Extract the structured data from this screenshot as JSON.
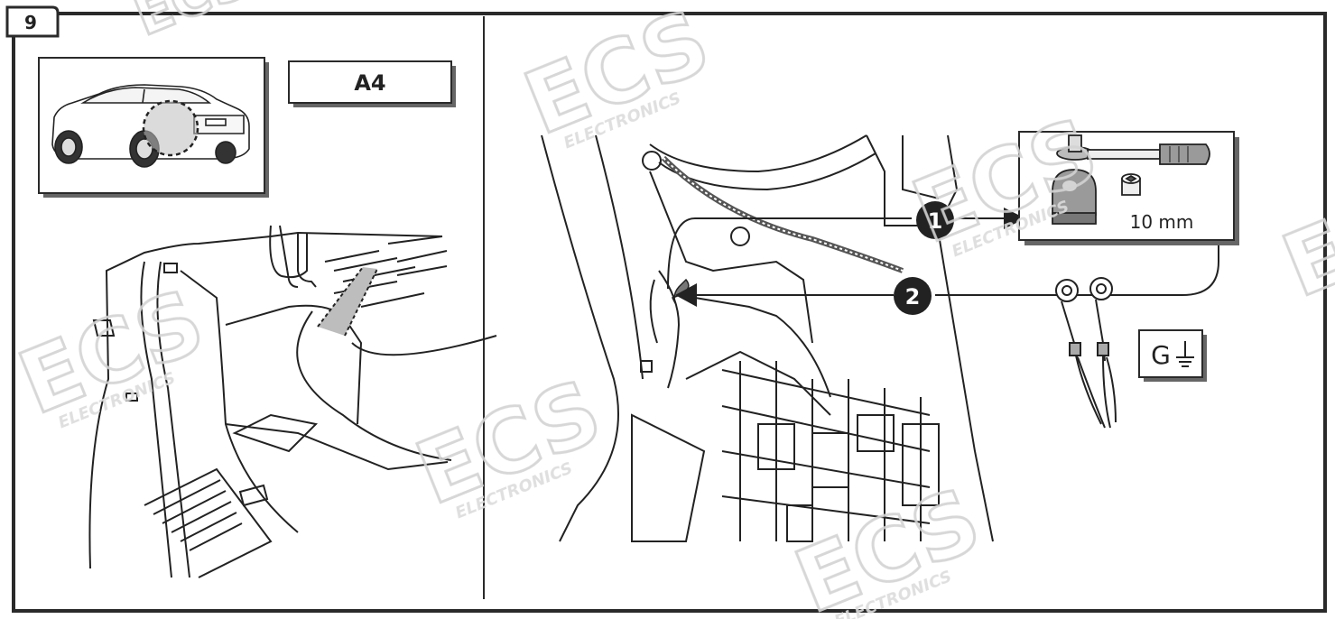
{
  "step": {
    "number": "9"
  },
  "model": {
    "label": "A4"
  },
  "tool": {
    "size_label": "10 mm"
  },
  "callouts": [
    {
      "id": "1"
    },
    {
      "id": "2"
    }
  ],
  "ground": {
    "label": "G"
  },
  "watermark": {
    "brand": "ECS",
    "sub": "ELECTRONICS"
  }
}
